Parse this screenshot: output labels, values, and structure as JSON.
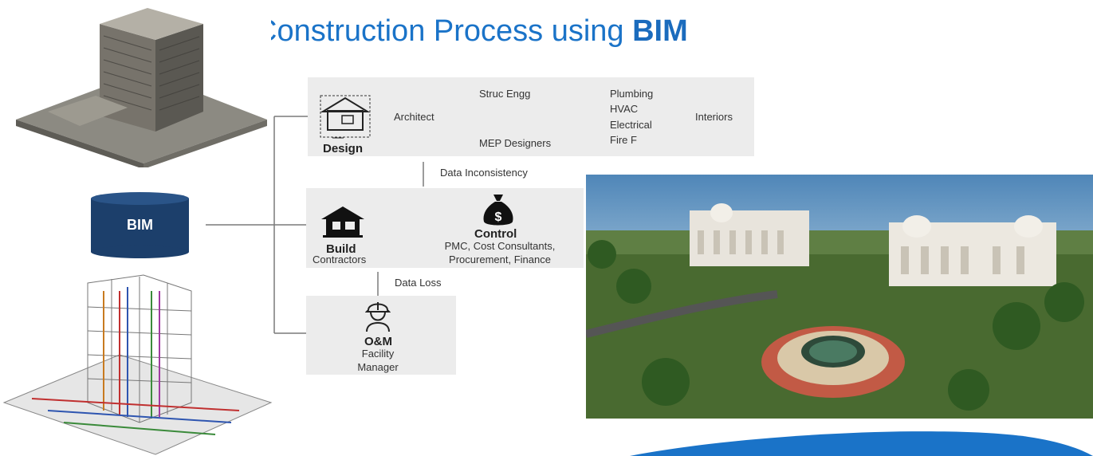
{
  "title": {
    "regular": "Construction Process using ",
    "bold": "BIM"
  },
  "bim_label": "BIM",
  "design": {
    "label": "Design",
    "architect": "Architect",
    "struc": "Struc Engg",
    "mep": "MEP Designers",
    "services": [
      "Plumbing",
      "HVAC",
      "Electrical",
      "Fire F"
    ],
    "interiors": "Interiors"
  },
  "data_inconsistency": "Data Inconsistency",
  "build": {
    "label": "Build",
    "sub": "Contractors"
  },
  "control": {
    "label": "Control",
    "line1": "PMC, Cost Consultants,",
    "line2": "Procurement, Finance"
  },
  "data_loss": "Data Loss",
  "om": {
    "label": "O&M",
    "line1": "Facility",
    "line2": "Manager"
  },
  "colors": {
    "title": "#1a73c8",
    "bim_cylinder": "#1c3f6b",
    "panel": "#ececec",
    "wave": "#1a73c8"
  }
}
